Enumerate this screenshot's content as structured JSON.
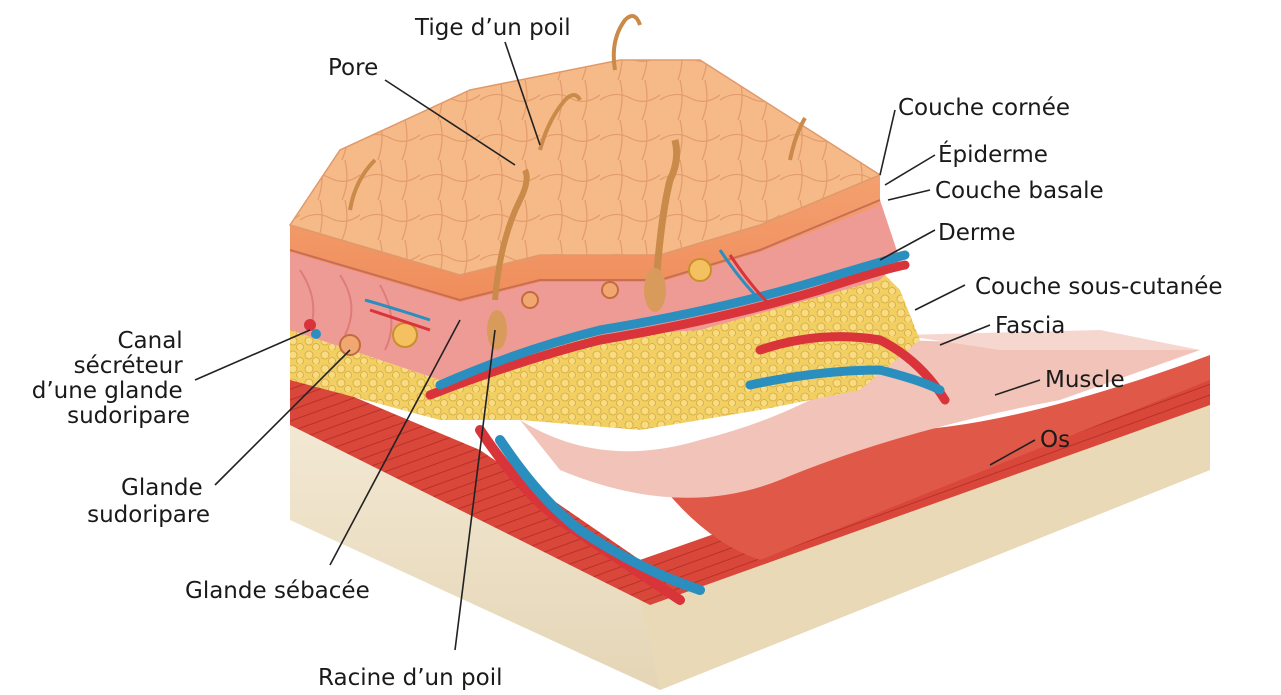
{
  "labels": {
    "hair_shaft": "Tige d’un poil",
    "pore": "Pore",
    "stratum_corneum": "Couche cornée",
    "epidermis": "Épiderme",
    "basal_layer": "Couche basale",
    "dermis": "Derme",
    "subcutaneous": "Couche sous-cutanée",
    "fascia": "Fascia",
    "muscle": "Muscle",
    "bone": "Os",
    "sweat_duct": [
      "Canal",
      "sécréteur",
      "d’une glande",
      "sudoripare"
    ],
    "sweat_gland": [
      "Glande",
      "sudoripare"
    ],
    "sebaceous_gland": "Glande sébacée",
    "hair_root": "Racine d’un poil"
  },
  "colors": {
    "skin_top": "#f6b988",
    "skin_front": "#f08c5a",
    "dermis": "#ef9b95",
    "fat": "#f2cf62",
    "muscle": "#d9463a",
    "fascia": "#f2c3b8",
    "bone": "#f1e6cf",
    "artery": "#d8343a",
    "vein": "#2a8fbf",
    "hair": "#c98a4a",
    "leader": "#222222"
  }
}
